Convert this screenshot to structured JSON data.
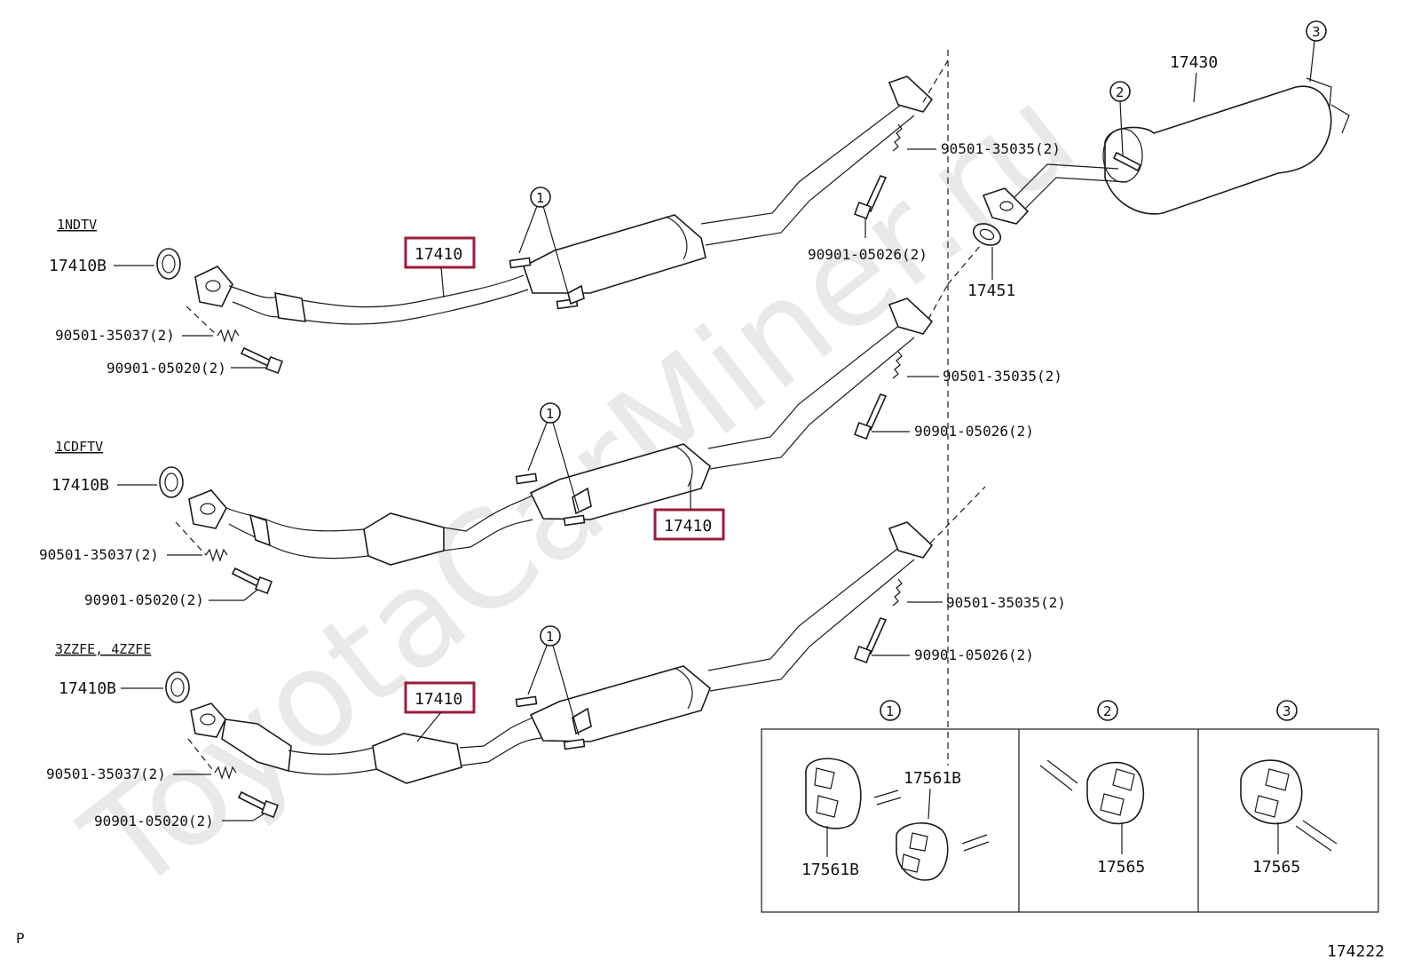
{
  "diagram": {
    "watermark": "ToyotaCarMiner.ru",
    "page_marker": "P",
    "diagram_number": "174222",
    "highlight_color": "#9b1c3b",
    "engines": [
      {
        "label": "1NDTV",
        "gasket": "17410B",
        "spring": "90501-35037(2)",
        "bolt": "90901-05020(2)",
        "pipe": "17410",
        "hanger_ref": "1",
        "rear_spring": "90501-35035(2)",
        "rear_bolt": "90901-05026(2)",
        "highlighted": true
      },
      {
        "label": "1CDFTV",
        "gasket": "17410B",
        "spring": "90501-35037(2)",
        "bolt": "90901-05020(2)",
        "pipe": "17410",
        "hanger_ref": "1",
        "rear_spring": "90501-35035(2)",
        "rear_bolt": "90901-05026(2)",
        "highlighted": true
      },
      {
        "label": "3ZZFE, 4ZZFE",
        "gasket": "17410B",
        "spring": "90501-35037(2)",
        "bolt": "90901-05020(2)",
        "pipe": "17410",
        "hanger_ref": "1",
        "rear_spring": "90501-35035(2)",
        "rear_bolt": "90901-05026(2)",
        "highlighted": true
      }
    ],
    "muffler": {
      "part": "17430",
      "gasket": "17451",
      "hanger_refs": [
        "2",
        "3"
      ]
    },
    "detail_panels": [
      {
        "ref": "1",
        "parts": [
          "17561B",
          "17561B"
        ]
      },
      {
        "ref": "2",
        "parts": [
          "17565"
        ]
      },
      {
        "ref": "3",
        "parts": [
          "17565"
        ]
      }
    ]
  }
}
